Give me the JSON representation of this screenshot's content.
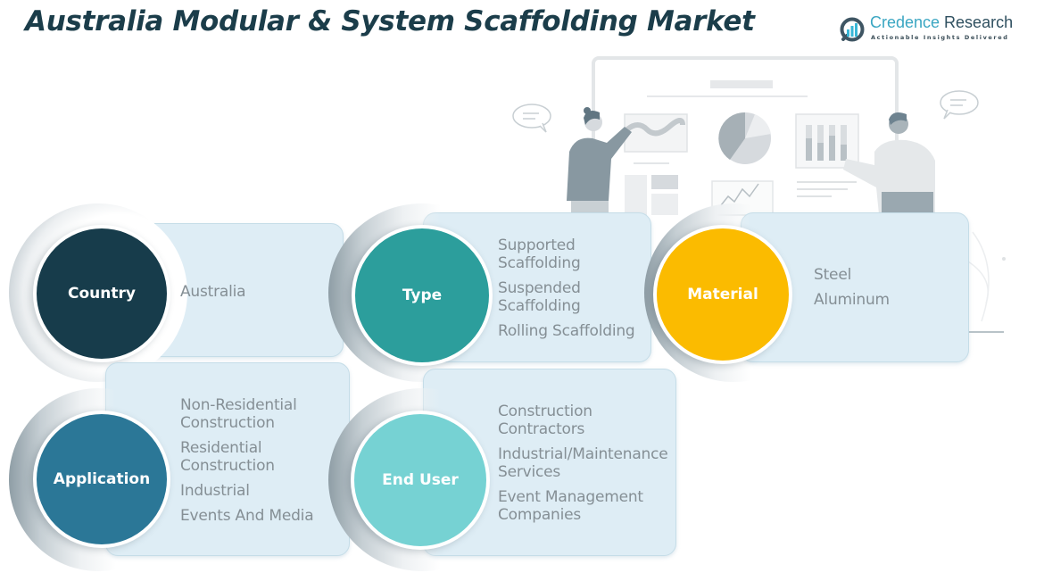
{
  "title": "Australia Modular & System Scaffolding Market",
  "logo": {
    "name_part1": "Credence",
    "name_part2": " Research",
    "tagline": "Actionable Insights Delivered",
    "icon": "bar-chart-magnifier-icon",
    "accent_color": "#3aa6c2"
  },
  "illustration": {
    "description": "two presenters in front of a dashboard board with charts",
    "icons": [
      "presenter-woman",
      "presenter-man",
      "pie-chart",
      "bar-chart",
      "line-chart",
      "speech-bubble"
    ]
  },
  "segments": [
    {
      "id": "country",
      "label": "Country",
      "color": "#173c4b",
      "items": [
        "Australia"
      ]
    },
    {
      "id": "type",
      "label": "Type",
      "color": "#2c9e9c",
      "items": [
        "Supported Scaffolding",
        "Suspended Scaffolding",
        "Rolling Scaffolding"
      ]
    },
    {
      "id": "material",
      "label": "Material",
      "color": "#fbbb00",
      "items": [
        "Steel",
        "Aluminum"
      ]
    },
    {
      "id": "application",
      "label": "Application",
      "color": "#2b7797",
      "items": [
        "Non-Residential Construction",
        "Residential Construction",
        "Industrial",
        "Events And Media"
      ]
    },
    {
      "id": "end-user",
      "label": "End User",
      "color": "#76d2d3",
      "items": [
        "Construction Contractors",
        "Industrial/Maintenance Services",
        "Event Management Companies"
      ]
    }
  ]
}
